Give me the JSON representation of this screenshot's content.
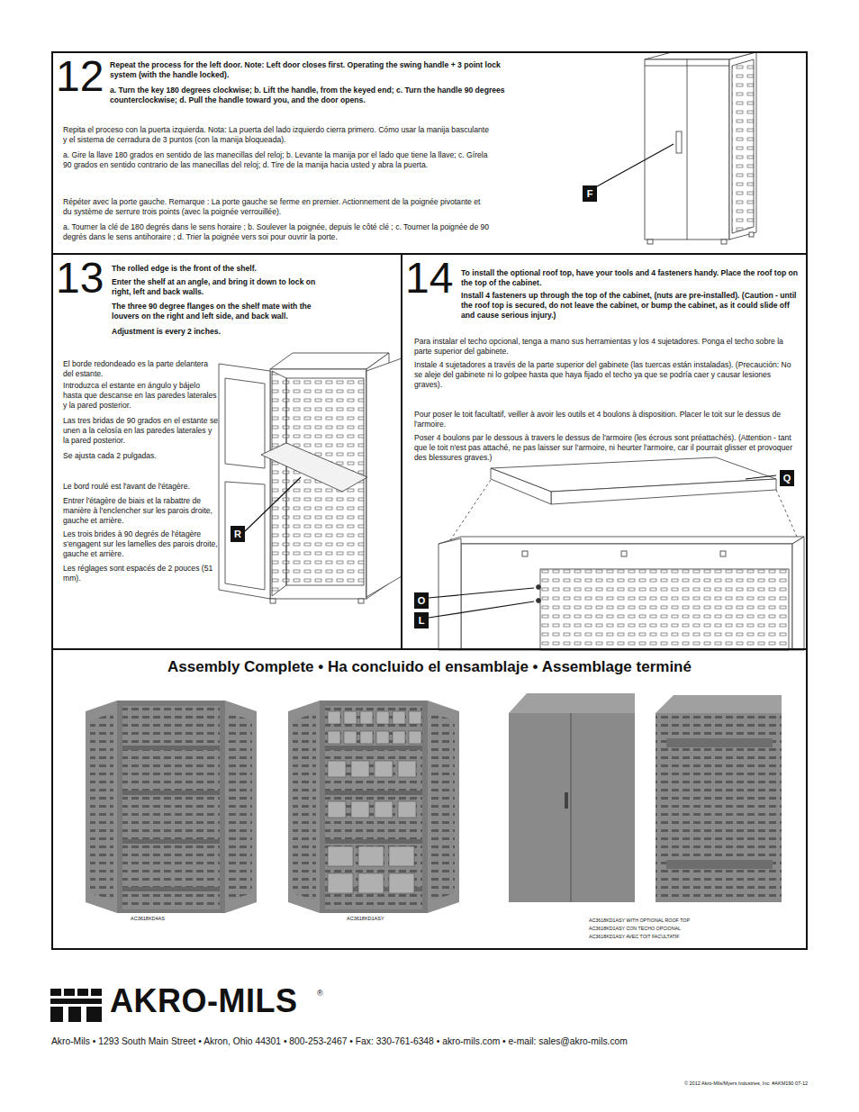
{
  "diagram": {
    "nodes": [
      {
        "text": [
          "12",
          "Repeat the process for the left door. Note: Left door closes first. Operating the swing handle + 3 point lock system (with the handle locked).",
          "a. Turn the key 180 degrees clockwise; b. Lift the handle, from the keyed end; c. Turn the handle 90 degrees counterclockwise; d. Pull the handle toward you, and the door opens.",
          "Repita el proceso con la puerta izquierda. Nota: La puerta del lado izquierdo cierra primero. Cómo usar la manija basculante y el sistema de cerradura de 3 puntos (con la manija bloqueada).",
          "a. Gire la llave 180 grados en sentido de las manecillas del reloj; b. Levante la manija por el lado que tiene la llave; c. Gírela 90 grados en sentido contrario de las manecillas del reloj; d. Tire de la manija hacia usted y abra la puerta.",
          "Répéter avec la porte gauche. Remarque : La porte gauche se ferme en premier. Actionnement de la poignée pivotante et du système de serrure trois points (avec la poignée verrouillée).",
          "a. Tourner la clé de 180 degrés dans le sens horaire ; b. Soulever la poignée, depuis le côté clé ; c. Tourner la poignée de 90 degrés dans le sens antihoraire ; d. Trier la poignée vers soi pour ouvrir la porte."
        ]
      },
      {
        "text": [
          "F"
        ],
        "in": 0
      },
      {
        "text": [
          "13",
          "The rolled edge is the front of the shelf.",
          "Enter the shelf at an angle, and bring it down to lock on right, left and back walls.",
          "The three 90 degree flanges on the shelf mate with the louvers on the right and left side, and back wall.",
          "Adjustment is every 2 inches.",
          "El borde redondeado es la parte delantera del estante.",
          "Introduzca el estante en ángulo y bájelo hasta que descanse en las paredes laterales y la pared posterior.",
          "Las tres bridas de 90 grados en el estante se unen a la celosía en las paredes laterales y la pared posterior.",
          "Se ajusta cada 2 pulgadas.",
          "Le bord roulé est l'avant de l'étagère.",
          "Entrer l'étagère de biais et la rabattre de manière à l'enclencher sur les parois droite, gauche et arrière.",
          "Les trois brides à 90 degrés de l'étagère s'engagent sur les lamelles des parois droite, gauche et arrière.",
          "Les réglages sont espacés de 2 pouces (51 mm)."
        ]
      },
      {
        "text": [
          "R"
        ],
        "in": 2
      },
      {
        "text": [
          "14",
          "To install the optional roof top, have your tools and 4 fasteners handy. Place the roof top on the top of the cabinet.",
          "Install 4 fasteners up through the top of the cabinet, (nuts are pre-installed). (Caution - until the roof top is secured, do not leave the cabinet, or bump the cabinet, as it could slide off and cause serious injury.)",
          "Para instalar el techo opcional, tenga a mano sus herramientas y los 4 sujetadores. Ponga el techo sobre la parte superior del gabinete.",
          "Instale 4 sujetadores a través de la parte superior del gabinete (las tuercas están instaladas). (Precaución: No se aleje del gabinete ni lo golpee hasta que haya fijado el techo ya que se podría caer y causar lesiones graves).",
          "Pour poser le toit facultatif, veiller à avoir les outils et 4 boulons à disposition. Placer le toit sur le dessus de l'armoire.",
          "Poser 4 boulons par le dessous à travers le dessus de l'armoire (les écrous sont préattachés). (Attention - tant que le toit n'est pas attaché, ne pas laisser sur l'armoire, ni heurter l'armoire, car il pourrait glisser et provoquer des blessures graves.)"
        ]
      },
      {
        "text": [
          "Q"
        ],
        "in": 4
      },
      {
        "text": [
          "O"
        ],
        "in": 4
      },
      {
        "text": [
          "L"
        ],
        "in": 4
      },
      {
        "text": [
          "Assembly Complete • Ha concluido el ensamblaje • Assemblage terminé"
        ]
      }
    ],
    "labels": [
      "AC3618KD4AS",
      "AC3618KD1ASY",
      "AC3618KD1ASY WITH OPTIONAL ROOF TOP",
      "AC3618KD1ASY CON TECHO OPCIONAL",
      "AC3618KD1ASY AVEC TOIT FACULTATIF",
      "AKRO-MILS",
      "®",
      "Akro-Mils • 1293 South Main Street • Akron, Ohio 44301 • 800-253-2467 • Fax: 330-761-6348 • akro-mils.com • e-mail: sales@akro-mils.com",
      "© 2012 Akro-Mils/Myers Industries, Inc. #AKM190 07-12"
    ]
  }
}
